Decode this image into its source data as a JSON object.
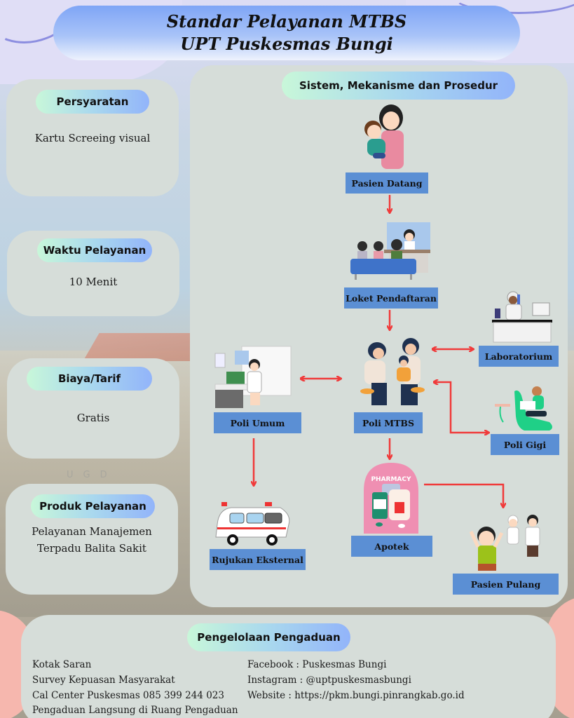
{
  "header": {
    "title_line1": "Standar Pelayanan MTBS",
    "title_line2": "UPT Puskesmas Bungi"
  },
  "left_cards": [
    {
      "heading": "Persyaratan",
      "content": [
        "Kartu Screeing visual"
      ]
    },
    {
      "heading": "Waktu Pelayanan",
      "content": [
        "10 Menit"
      ]
    },
    {
      "heading": "Biaya/Tarif",
      "content": [
        "Gratis"
      ]
    },
    {
      "heading": "Produk Pelayanan",
      "content": [
        "Pelayanan Manajemen",
        "Terpadu Balita Sakit"
      ]
    }
  ],
  "flow": {
    "heading": "Sistem, Mekanisme dan Prosedur",
    "nodes": {
      "pasien_datang": {
        "label": "Pasien Datang",
        "icon": "mother-holding-child-icon"
      },
      "loket": {
        "label": "Loket Pendaftaran",
        "icon": "registration-counter-icon"
      },
      "laboratorium": {
        "label": "Laboratorium",
        "icon": "lab-scientist-icon"
      },
      "poli_umum": {
        "label": "Poli Umum",
        "icon": "doctor-desk-icon"
      },
      "poli_mtbs": {
        "label": "Poli MTBS",
        "icon": "pediatric-exam-icon"
      },
      "poli_gigi": {
        "label": "Poli Gigi",
        "icon": "dental-chair-icon"
      },
      "rujukan": {
        "label": "Rujukan Eksternal",
        "icon": "ambulance-icon"
      },
      "apotek": {
        "label": "Apotek",
        "icon": "pharmacy-icon",
        "badge_text": "PHARMACY"
      },
      "pasien_pulang": {
        "label": "Pasien Pulang",
        "icon": "happy-patient-icon"
      }
    },
    "arrow_color": "#f03a3a",
    "node_color": "#5b8fd4"
  },
  "background": {
    "building_sign": "UGD"
  },
  "complaints": {
    "heading": "Pengelolaan Pengaduan",
    "left": [
      "Kotak Saran",
      "Survey Kepuasan Masyarakat",
      "Cal Center Puskesmas  085 399 244 023",
      "Pengaduan Langsung di Ruang Pengaduan"
    ],
    "right": [
      "Facebook : Puskesmas Bungi",
      "Instagram : @uptpuskesmasbungi",
      "Website : https://pkm.bungi.pinrangkab.go.id"
    ]
  }
}
